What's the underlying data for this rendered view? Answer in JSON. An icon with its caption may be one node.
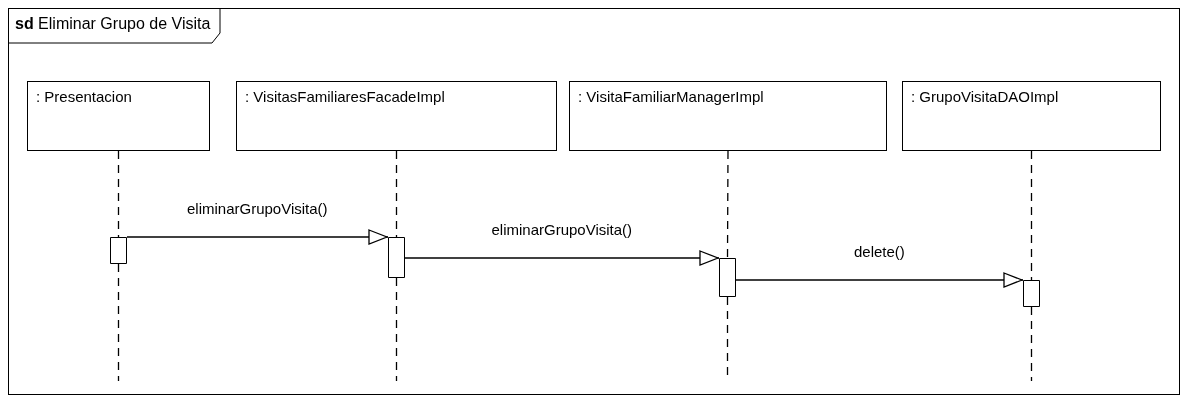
{
  "diagram": {
    "nodes": [
      {
        "text": [
          "**sd** Eliminar Grupo de Visita"
        ]
      },
      {
        "text": [
          ": Presentacion"
        ],
        "in": 0
      },
      {
        "text": [
          ": VisitasFamiliaresFacadeImpl"
        ],
        "in": 0
      },
      {
        "text": [
          ": VisitaFamiliarManagerImpl"
        ],
        "in": 0
      },
      {
        "text": [
          ": GrupoVisitaDAOImpl"
        ],
        "in": 0
      },
      {
        "text": [],
        "shape": "bar",
        "in": 0
      },
      {
        "text": [],
        "shape": "bar",
        "in": 0
      },
      {
        "text": [],
        "shape": "bar",
        "in": 0
      },
      {
        "text": [],
        "shape": "bar",
        "in": 0
      }
    ],
    "edges": [
      {
        "from": 1,
        "to": 5,
        "arrow": "none",
        "style": "dashed"
      },
      {
        "from": 2,
        "to": 6,
        "arrow": "none",
        "style": "dashed"
      },
      {
        "from": 3,
        "to": 7,
        "arrow": "none",
        "style": "dashed"
      },
      {
        "from": 4,
        "to": 8,
        "arrow": "none",
        "style": "dashed"
      },
      {
        "from": 5,
        "to": 6,
        "arrow": "to",
        "label": "eliminarGrupoVisita()"
      },
      {
        "from": 6,
        "to": 7,
        "arrow": "to",
        "label": "eliminarGrupoVisita()"
      },
      {
        "from": 7,
        "to": 8,
        "arrow": "to",
        "label": "delete()"
      }
    ]
  }
}
